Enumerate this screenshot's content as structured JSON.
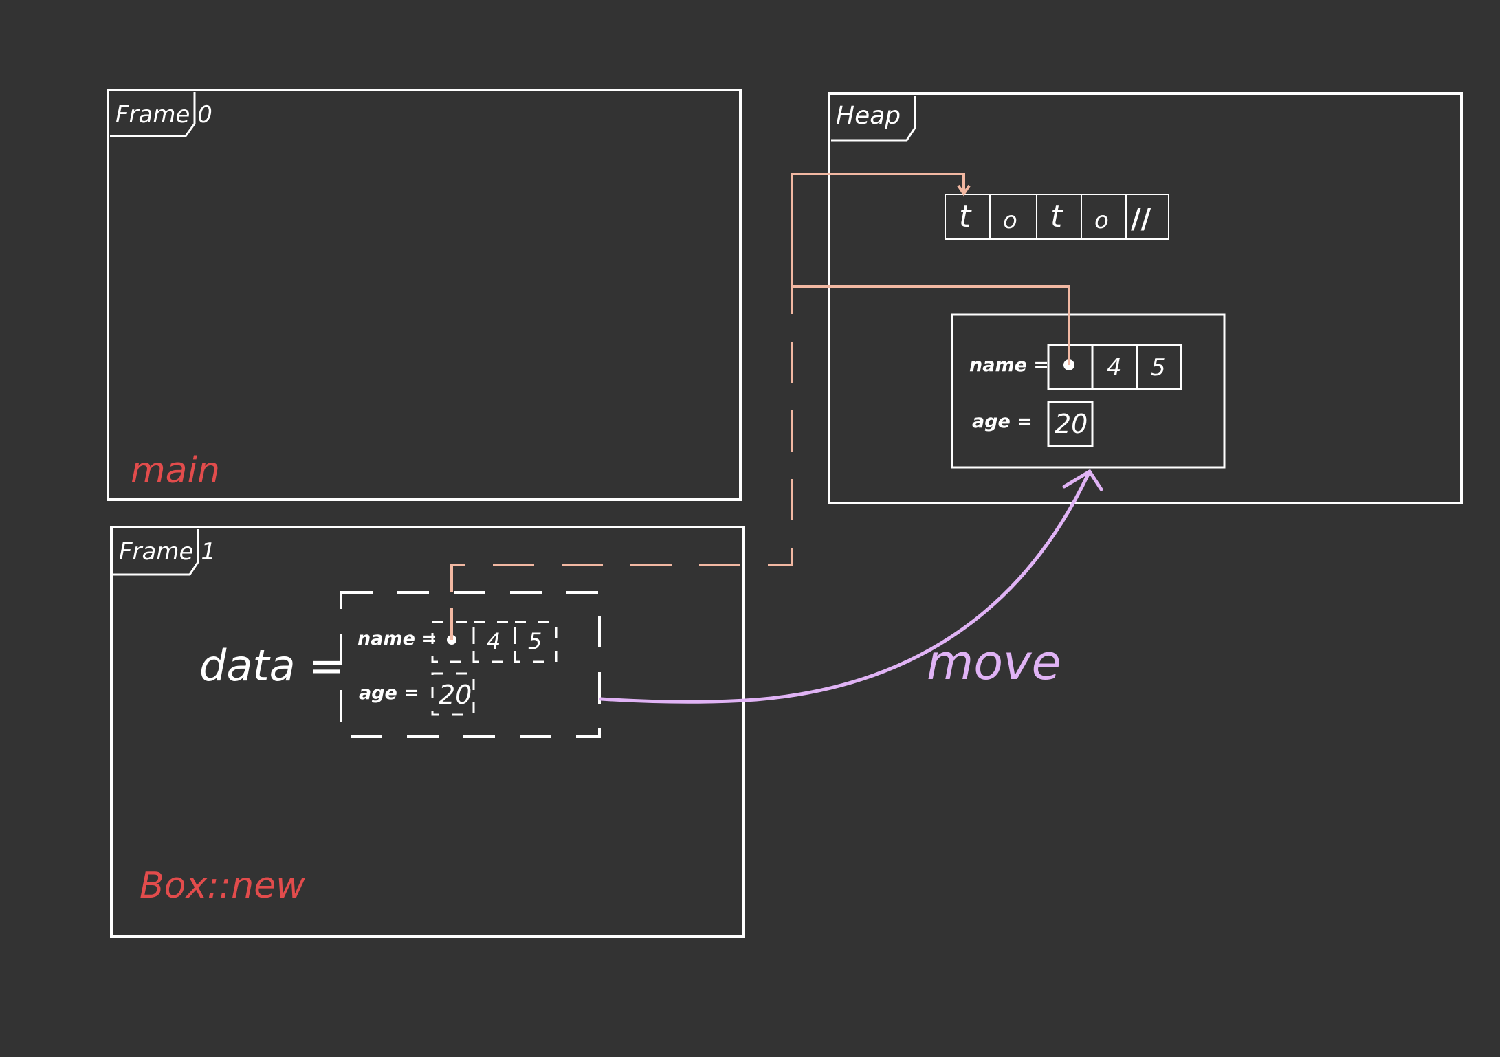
{
  "frames": {
    "frame0": {
      "tab_label": "Frame 0",
      "function_label": "main"
    },
    "frame1": {
      "tab_label": "Frame 1",
      "function_label": "Box::new"
    },
    "heap": {
      "tab_label": "Heap"
    }
  },
  "variable": {
    "label": "data =",
    "name_field_label": "name =",
    "age_field_label": "age =",
    "name_cells": [
      "",
      "4",
      "5"
    ],
    "age_value": "20"
  },
  "heap_struct": {
    "name_field_label": "name =",
    "age_field_label": "age =",
    "name_cells": [
      "",
      "4",
      "5"
    ],
    "age_value": "20"
  },
  "string_buffer": {
    "chars": [
      "t",
      "o",
      "t",
      "o",
      "//"
    ]
  },
  "arrow_label": "move",
  "colors": {
    "background": "#333333",
    "stroke": "#ffffff",
    "pointer": "#f2b8a2",
    "move_arrow": "#e0b3f5",
    "function_label": "#e24c4c"
  }
}
